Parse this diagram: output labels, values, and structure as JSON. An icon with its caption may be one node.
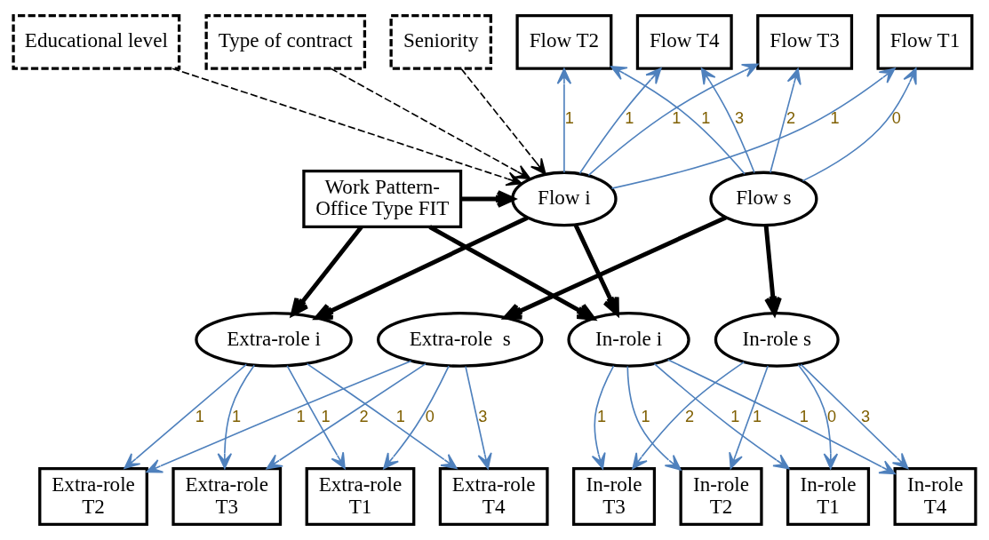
{
  "diagram": {
    "nodes": [
      {
        "text": [
          "Educational level"
        ]
      },
      {
        "text": [
          "Type of contract"
        ]
      },
      {
        "text": [
          "Seniority"
        ]
      },
      {
        "text": [
          "Work Pattern- Office Type FIT"
        ]
      },
      {
        "text": [
          "Flow T1"
        ]
      },
      {
        "text": [
          "Flow T2"
        ]
      },
      {
        "text": [
          "Flow T3"
        ]
      },
      {
        "text": [
          "Flow T4"
        ]
      },
      {
        "text": [
          "Flow i"
        ]
      },
      {
        "text": [
          "Flow s"
        ]
      },
      {
        "text": [
          "In-role i"
        ]
      },
      {
        "text": [
          "Extra-role i"
        ]
      },
      {
        "text": [
          "In-role s"
        ]
      },
      {
        "text": [
          "Extra-role  s"
        ]
      },
      {
        "text": [
          "In-role T1"
        ]
      },
      {
        "text": [
          "In-role T2"
        ]
      },
      {
        "text": [
          "In-role T3"
        ]
      },
      {
        "text": [
          "In-role T4"
        ]
      },
      {
        "text": [
          "Extra-role T1"
        ]
      },
      {
        "text": [
          "Extra-role T2"
        ]
      },
      {
        "text": [
          "Extra-role T3"
        ]
      },
      {
        "text": [
          "Extra-role T4"
        ]
      }
    ],
    "edges": [
      {
        "from": 0,
        "to": 8,
        "arrow": "to",
        "style": "dashed",
        "color": "#000000"
      },
      {
        "from": 1,
        "to": 8,
        "arrow": "to",
        "style": "dashed",
        "color": "#000000"
      },
      {
        "from": 2,
        "to": 8,
        "arrow": "to",
        "style": "dashed",
        "color": "#000000"
      },
      {
        "from": 3,
        "to": 8,
        "arrow": "to",
        "style": "thick",
        "color": "#000000"
      },
      {
        "from": 3,
        "to": 10,
        "arrow": "to",
        "style": "thick",
        "color": "#000000"
      },
      {
        "from": 3,
        "to": 11,
        "arrow": "to",
        "style": "thick",
        "color": "#000000"
      },
      {
        "from": 8,
        "to": 10,
        "arrow": "to",
        "style": "thick",
        "color": "#000000"
      },
      {
        "from": 8,
        "to": 11,
        "arrow": "to",
        "style": "thick",
        "color": "#000000"
      },
      {
        "from": 9,
        "to": 12,
        "arrow": "to",
        "style": "thick",
        "color": "#000000"
      },
      {
        "from": 9,
        "to": 13,
        "arrow": "to",
        "style": "thick",
        "color": "#000000"
      },
      {
        "from": 8,
        "to": 4,
        "arrow": "to",
        "label": "1"
      },
      {
        "from": 8,
        "to": 5,
        "arrow": "to",
        "label": "1"
      },
      {
        "from": 8,
        "to": 6,
        "arrow": "to",
        "label": "1"
      },
      {
        "from": 8,
        "to": 7,
        "arrow": "to",
        "label": "1"
      },
      {
        "from": 9,
        "to": 4,
        "arrow": "to",
        "label": "0"
      },
      {
        "from": 9,
        "to": 5,
        "arrow": "to",
        "label": "1"
      },
      {
        "from": 9,
        "to": 6,
        "arrow": "to",
        "label": "2"
      },
      {
        "from": 9,
        "to": 7,
        "arrow": "to",
        "label": "3"
      },
      {
        "from": 10,
        "to": 14,
        "arrow": "to",
        "label": "1"
      },
      {
        "from": 10,
        "to": 15,
        "arrow": "to",
        "label": "1"
      },
      {
        "from": 10,
        "to": 16,
        "arrow": "to",
        "label": "1"
      },
      {
        "from": 10,
        "to": 17,
        "arrow": "to",
        "label": "1"
      },
      {
        "from": 12,
        "to": 14,
        "arrow": "to",
        "label": "0"
      },
      {
        "from": 12,
        "to": 15,
        "arrow": "to",
        "label": "1"
      },
      {
        "from": 12,
        "to": 16,
        "arrow": "to",
        "label": "2"
      },
      {
        "from": 12,
        "to": 17,
        "arrow": "to",
        "label": "3"
      },
      {
        "from": 11,
        "to": 18,
        "arrow": "to",
        "label": "1"
      },
      {
        "from": 11,
        "to": 19,
        "arrow": "to",
        "label": "1"
      },
      {
        "from": 11,
        "to": 20,
        "arrow": "to",
        "label": "1"
      },
      {
        "from": 11,
        "to": 21,
        "arrow": "to",
        "label": "1"
      },
      {
        "from": 13,
        "to": 18,
        "arrow": "to",
        "label": "0"
      },
      {
        "from": 13,
        "to": 19,
        "arrow": "to",
        "label": "1"
      },
      {
        "from": 13,
        "to": 20,
        "arrow": "to",
        "label": "2"
      },
      {
        "from": 13,
        "to": 21,
        "arrow": "to",
        "label": "3"
      }
    ]
  }
}
